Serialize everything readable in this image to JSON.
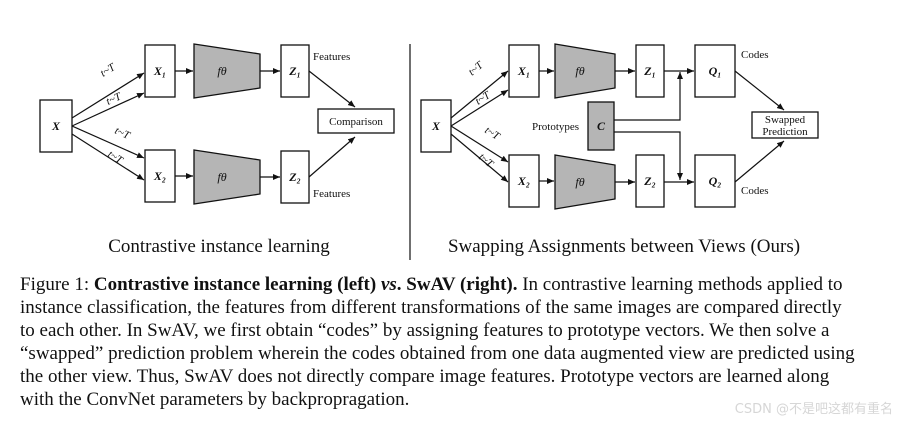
{
  "left": {
    "x": "X",
    "x1": "X₁",
    "x2": "X₂",
    "f": "fθ",
    "z1": "Z₁",
    "z2": "Z₂",
    "t_labels": [
      "t~T",
      "t~T",
      "t~T",
      "t~T"
    ],
    "features_top": "Features",
    "features_bottom": "Features",
    "comparison": "Comparison",
    "subcaption": "Contrastive instance learning"
  },
  "right": {
    "x": "X",
    "x1": "X₁",
    "x2": "X₂",
    "f": "fθ",
    "z1": "Z₁",
    "z2": "Z₂",
    "q1": "Q₁",
    "q2": "Q₂",
    "c": "C",
    "t_labels": [
      "t~T",
      "t~T",
      "t~T",
      "t~T"
    ],
    "prototypes": "Prototypes",
    "codes_top": "Codes",
    "codes_bottom": "Codes",
    "swapped_line1": "Swapped",
    "swapped_line2": "Prediction",
    "subcaption": "Swapping Assignments between Views (Ours)"
  },
  "caption": {
    "prefix": "Figure 1: ",
    "bold_a": "Contrastive instance learning (left) ",
    "bold_vs": "vs",
    "bold_b": ". SwAV (right).",
    "body": " In contrastive learning methods applied to instance classification, the features from different transformations of the same images are compared directly to each other. In SwAV, we first obtain “codes” by assigning features to prototype vectors. We then solve a “swapped” prediction problem wherein the codes obtained from one data augmented view are predicted using the other view. Thus, SwAV does not directly compare image features. Prototype vectors are learned along with the ConvNet parameters by backpropragation."
  },
  "watermark": "CSDN @不是吧这都有重名"
}
